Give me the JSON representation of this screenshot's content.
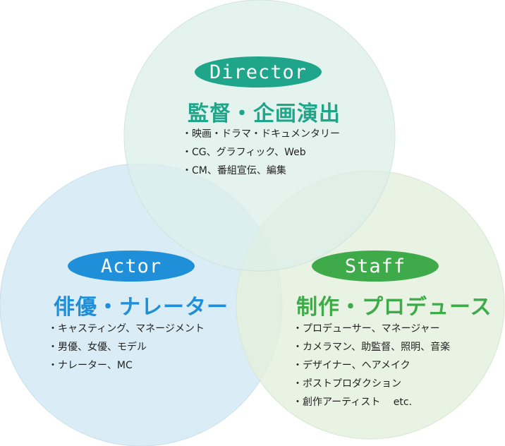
{
  "colors": {
    "director_circle": "#dcefea",
    "actor_circle": "#d4e9f3",
    "staff_circle": "#e4f0dc",
    "director_accent": "#1fa589",
    "actor_accent": "#1e8fd8",
    "staff_accent": "#3eaa4a"
  },
  "director": {
    "label": "Director",
    "title": "監督・企画演出",
    "items": [
      "映画・ドラマ・ドキュメンタリー",
      "CG、グラフィック、Web",
      "CM、番組宣伝、編集"
    ]
  },
  "actor": {
    "label": "Actor",
    "title": "俳優・ナレーター",
    "items": [
      "キャスティング、マネージメント",
      "男優、女優、モデル",
      "ナレーター、MC"
    ]
  },
  "staff": {
    "label": "Staff",
    "title": "制作・プロデュース",
    "items": [
      "プロデューサー、マネージャー",
      "カメラマン、助監督、照明、音楽",
      "デザイナー、ヘアメイク",
      "ポストプロダクション",
      "創作アーティスト　 etc."
    ]
  }
}
